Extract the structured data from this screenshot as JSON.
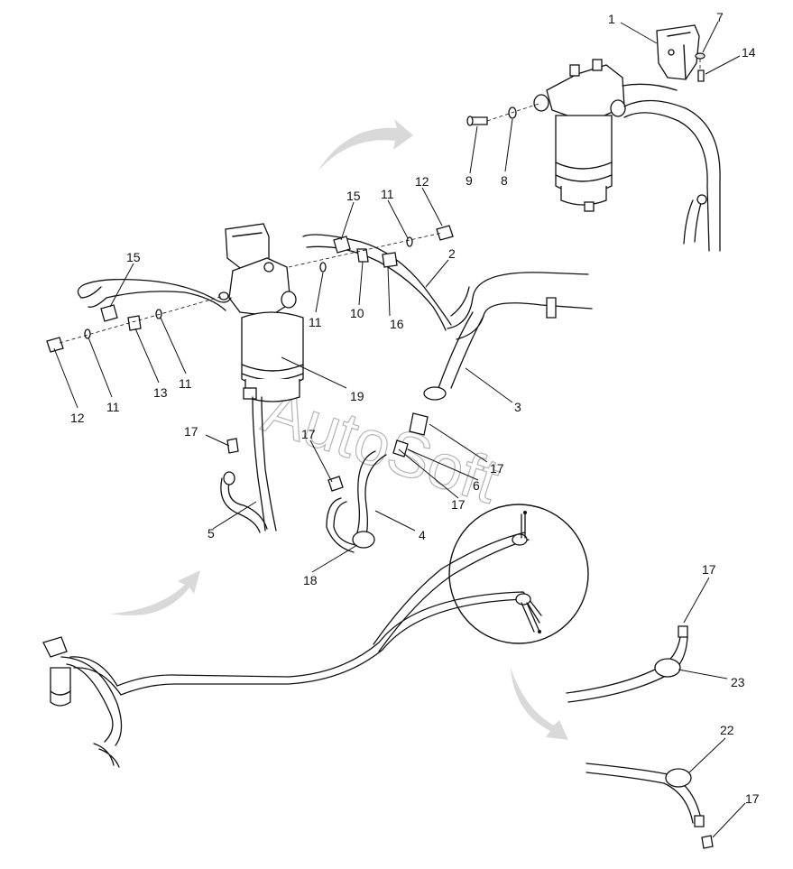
{
  "watermark": "AutoSoft",
  "callouts": {
    "c1": "1",
    "c7": "7",
    "c14": "14",
    "c9": "9",
    "c8": "8",
    "c15a": "15",
    "c11a": "11",
    "c12a": "12",
    "c2": "2",
    "c11b": "11",
    "c10": "10",
    "c16": "16",
    "c15b": "15",
    "c12b": "12",
    "c11c": "11",
    "c13": "13",
    "c11d": "11",
    "c19": "19",
    "c3": "3",
    "c17a": "17",
    "c5": "5",
    "c17b": "17",
    "c17c": "17",
    "c6": "6",
    "c17d": "17",
    "c4": "4",
    "c18": "18",
    "c17e": "17",
    "c23": "23",
    "c22": "22",
    "c17f": "17"
  }
}
